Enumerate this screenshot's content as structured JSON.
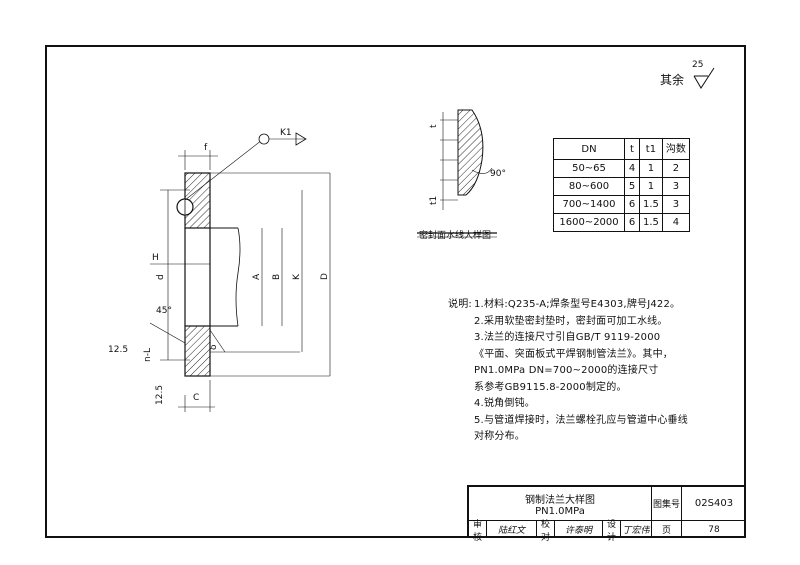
{
  "surface_roughness": {
    "label": "其余",
    "value": "25"
  },
  "drawing_labels": {
    "k1": "K1",
    "f": "f",
    "h": "H",
    "d": "d",
    "a": "A",
    "b": "B",
    "k": "K",
    "dd": "D",
    "c": "C",
    "delta": "δ",
    "angle45": "45°",
    "rough1": "12.5",
    "rough2": "12.5",
    "n_l": "n-L",
    "angle90": "90°",
    "t_label": "t",
    "t1_label": "t1"
  },
  "detail_caption": "密封面水线大样图",
  "spec_table": {
    "headers": [
      "DN",
      "t",
      "t1",
      "沟数"
    ],
    "rows": [
      [
        "50~65",
        "4",
        "1",
        "2"
      ],
      [
        "80~600",
        "5",
        "1",
        "3"
      ],
      [
        "700~1400",
        "6",
        "1.5",
        "3"
      ],
      [
        "1600~2000",
        "6",
        "1.5",
        "4"
      ]
    ]
  },
  "notes": {
    "label": "说明:",
    "lines": [
      "1.材料:Q235-A;焊条型号E4303,牌号J422。",
      "2.采用软垫密封垫时，密封面可加工水线。",
      "3.法兰的连接尺寸引自GB/T 9119-2000",
      "《平面、突面板式平焊钢制管法兰》。其中，",
      " PN1.0MPa DN=700~2000的连接尺寸",
      "系参考GB9115.8-2000制定的。",
      "4.锐角倒钝。",
      "5.与管道焊接时，法兰螺栓孔应与管道中心垂线",
      " 对称分布。"
    ]
  },
  "title_block": {
    "title_line1": "钢制法兰大样图",
    "title_line2": "PN1.0MPa",
    "atlas_label": "图集号",
    "atlas_no": "02S403",
    "review_label": "审核",
    "review_sign": "陆红文",
    "check_label": "校对",
    "check_sign": "许泰明",
    "design_label": "设计",
    "design_sign": "丁宏伟",
    "page_label": "页",
    "page_no": "78"
  }
}
